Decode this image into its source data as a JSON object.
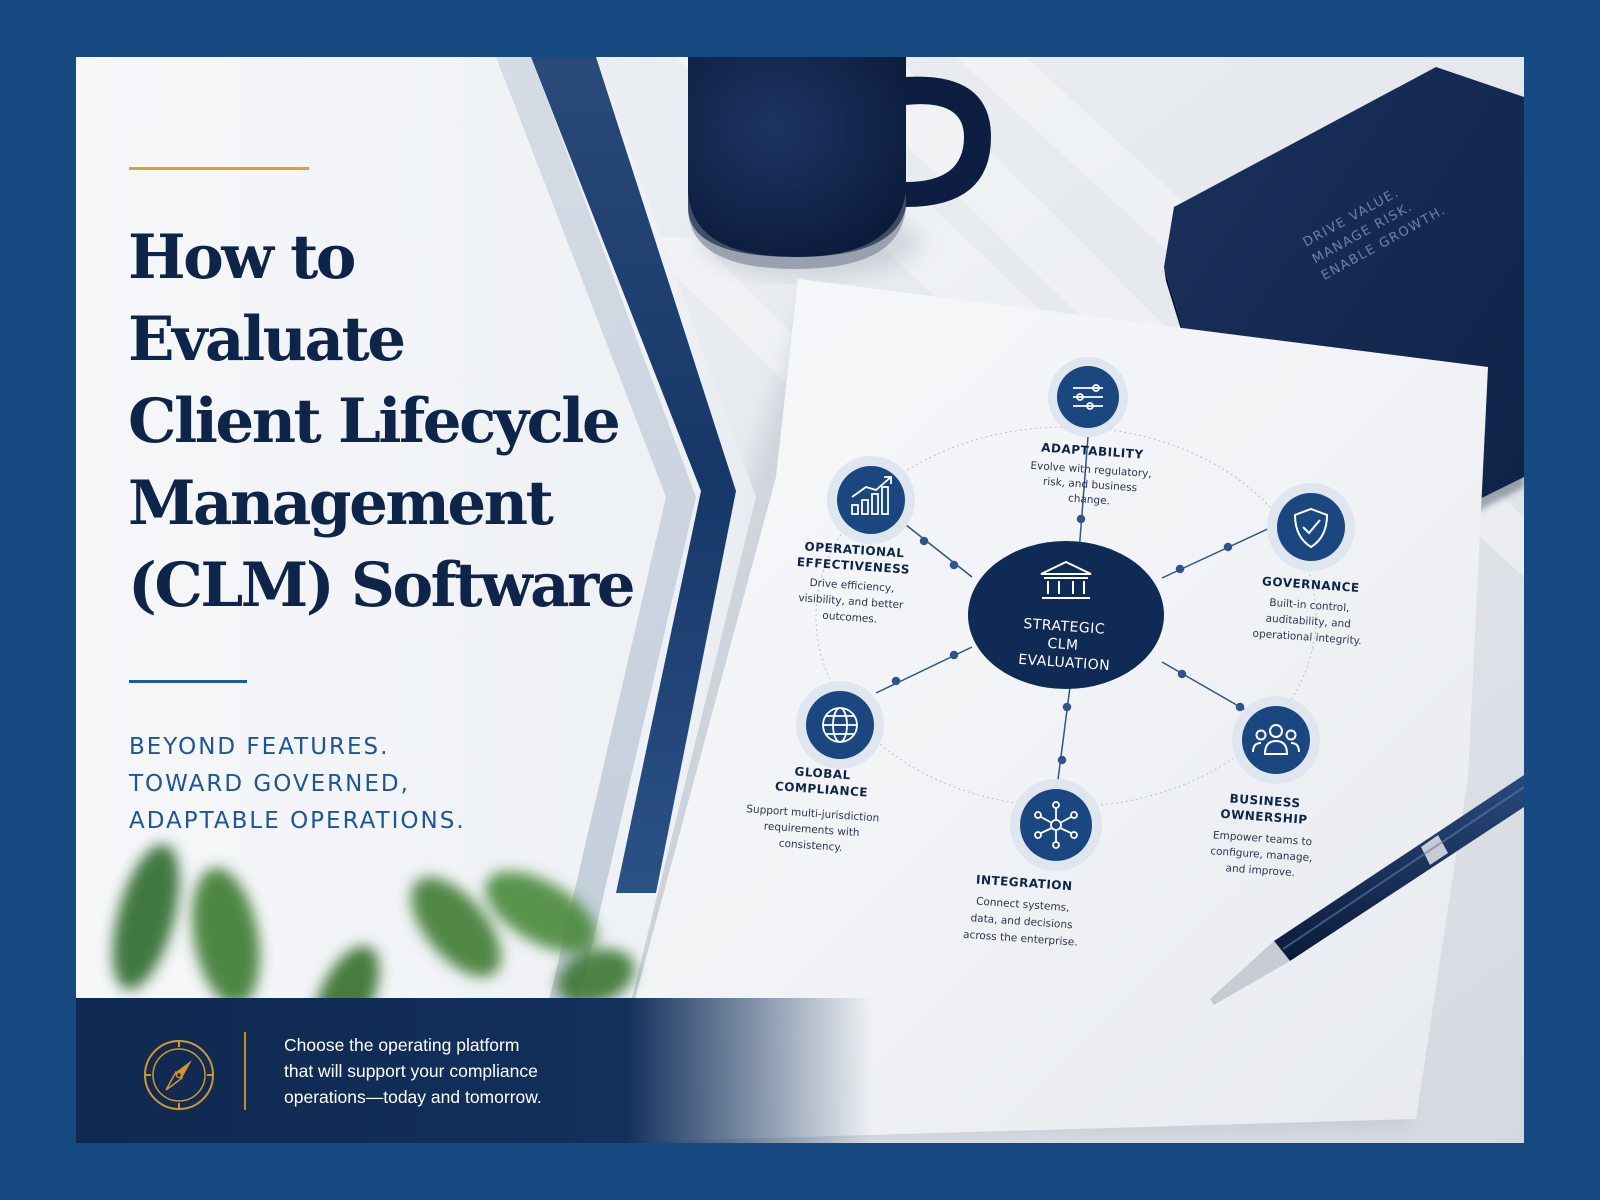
{
  "title_lines": [
    "How to",
    "Evaluate",
    "Client Lifecycle",
    "Management",
    "(CLM) Software"
  ],
  "subtitle_lines": [
    "BEYOND FEATURES.",
    "TOWARD GOVERNED,",
    "ADAPTABLE OPERATIONS."
  ],
  "cta_lines": [
    "Choose the operating platform",
    "that will support your compliance",
    "operations—today and tomorrow."
  ],
  "notebook_lines": [
    "DRIVE VALUE.",
    "MANAGE RISK.",
    "ENABLE GROWTH."
  ],
  "diagram": {
    "center_lines": [
      "STRATEGIC",
      "CLM",
      "EVALUATION"
    ],
    "nodes": [
      {
        "title_lines": [
          "ADAPTABILITY"
        ],
        "desc_lines": [
          "Evolve with regulatory,",
          "risk, and business",
          "change."
        ],
        "icon": "sliders-icon"
      },
      {
        "title_lines": [
          "GOVERNANCE"
        ],
        "desc_lines": [
          "Built-in control,",
          "auditability, and",
          "operational integrity."
        ],
        "icon": "shield-check-icon"
      },
      {
        "title_lines": [
          "BUSINESS",
          "OWNERSHIP"
        ],
        "desc_lines": [
          "Empower teams to",
          "configure, manage,",
          "and improve."
        ],
        "icon": "team-icon"
      },
      {
        "title_lines": [
          "INTEGRATION"
        ],
        "desc_lines": [
          "Connect systems,",
          "data, and decisions",
          "across the enterprise."
        ],
        "icon": "network-hub-icon"
      },
      {
        "title_lines": [
          "GLOBAL",
          "COMPLIANCE"
        ],
        "desc_lines": [
          "Support multi-jurisdiction",
          "requirements with",
          "consistency."
        ],
        "icon": "globe-icon"
      },
      {
        "title_lines": [
          "OPERATIONAL",
          "EFFECTIVENESS"
        ],
        "desc_lines": [
          "Drive efficiency,",
          "visibility, and better",
          "outcomes."
        ],
        "icon": "growth-chart-icon"
      }
    ]
  },
  "colors": {
    "navy": "#0e2449",
    "brand_blue": "#174a80",
    "accent_gold": "#e0a12b",
    "subtitle_blue": "#1d5596"
  }
}
